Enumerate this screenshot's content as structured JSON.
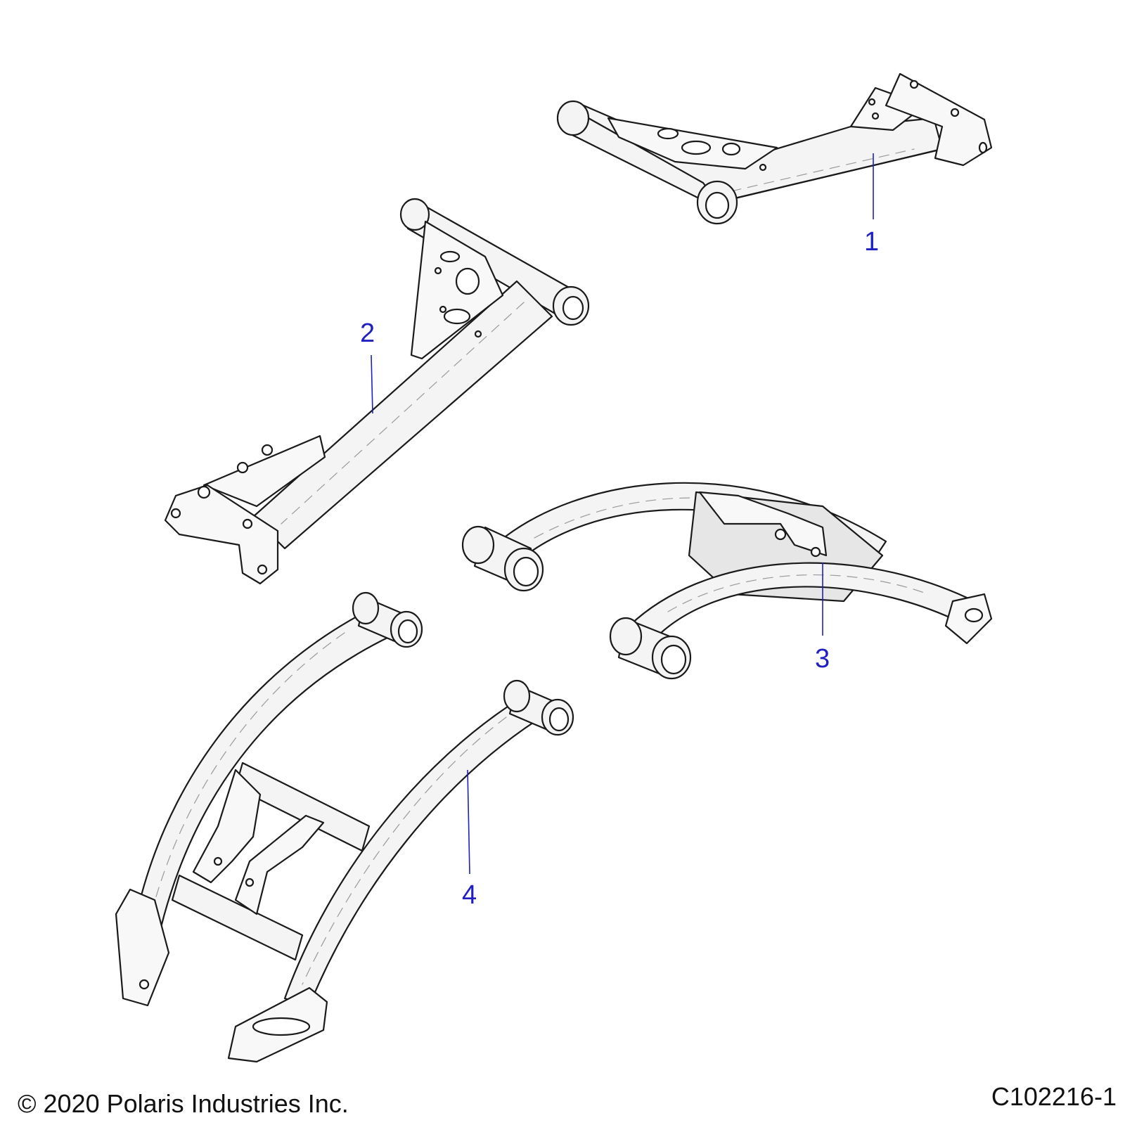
{
  "callouts": [
    {
      "id": "1",
      "label": "1"
    },
    {
      "id": "2",
      "label": "2"
    },
    {
      "id": "3",
      "label": "3"
    },
    {
      "id": "4",
      "label": "4"
    }
  ],
  "footer": {
    "copyright": "© 2020 Polaris Industries Inc.",
    "figure_id": "C102216-1"
  },
  "colors": {
    "callout": "#1f1fc2",
    "line": "#1a1a1a"
  }
}
